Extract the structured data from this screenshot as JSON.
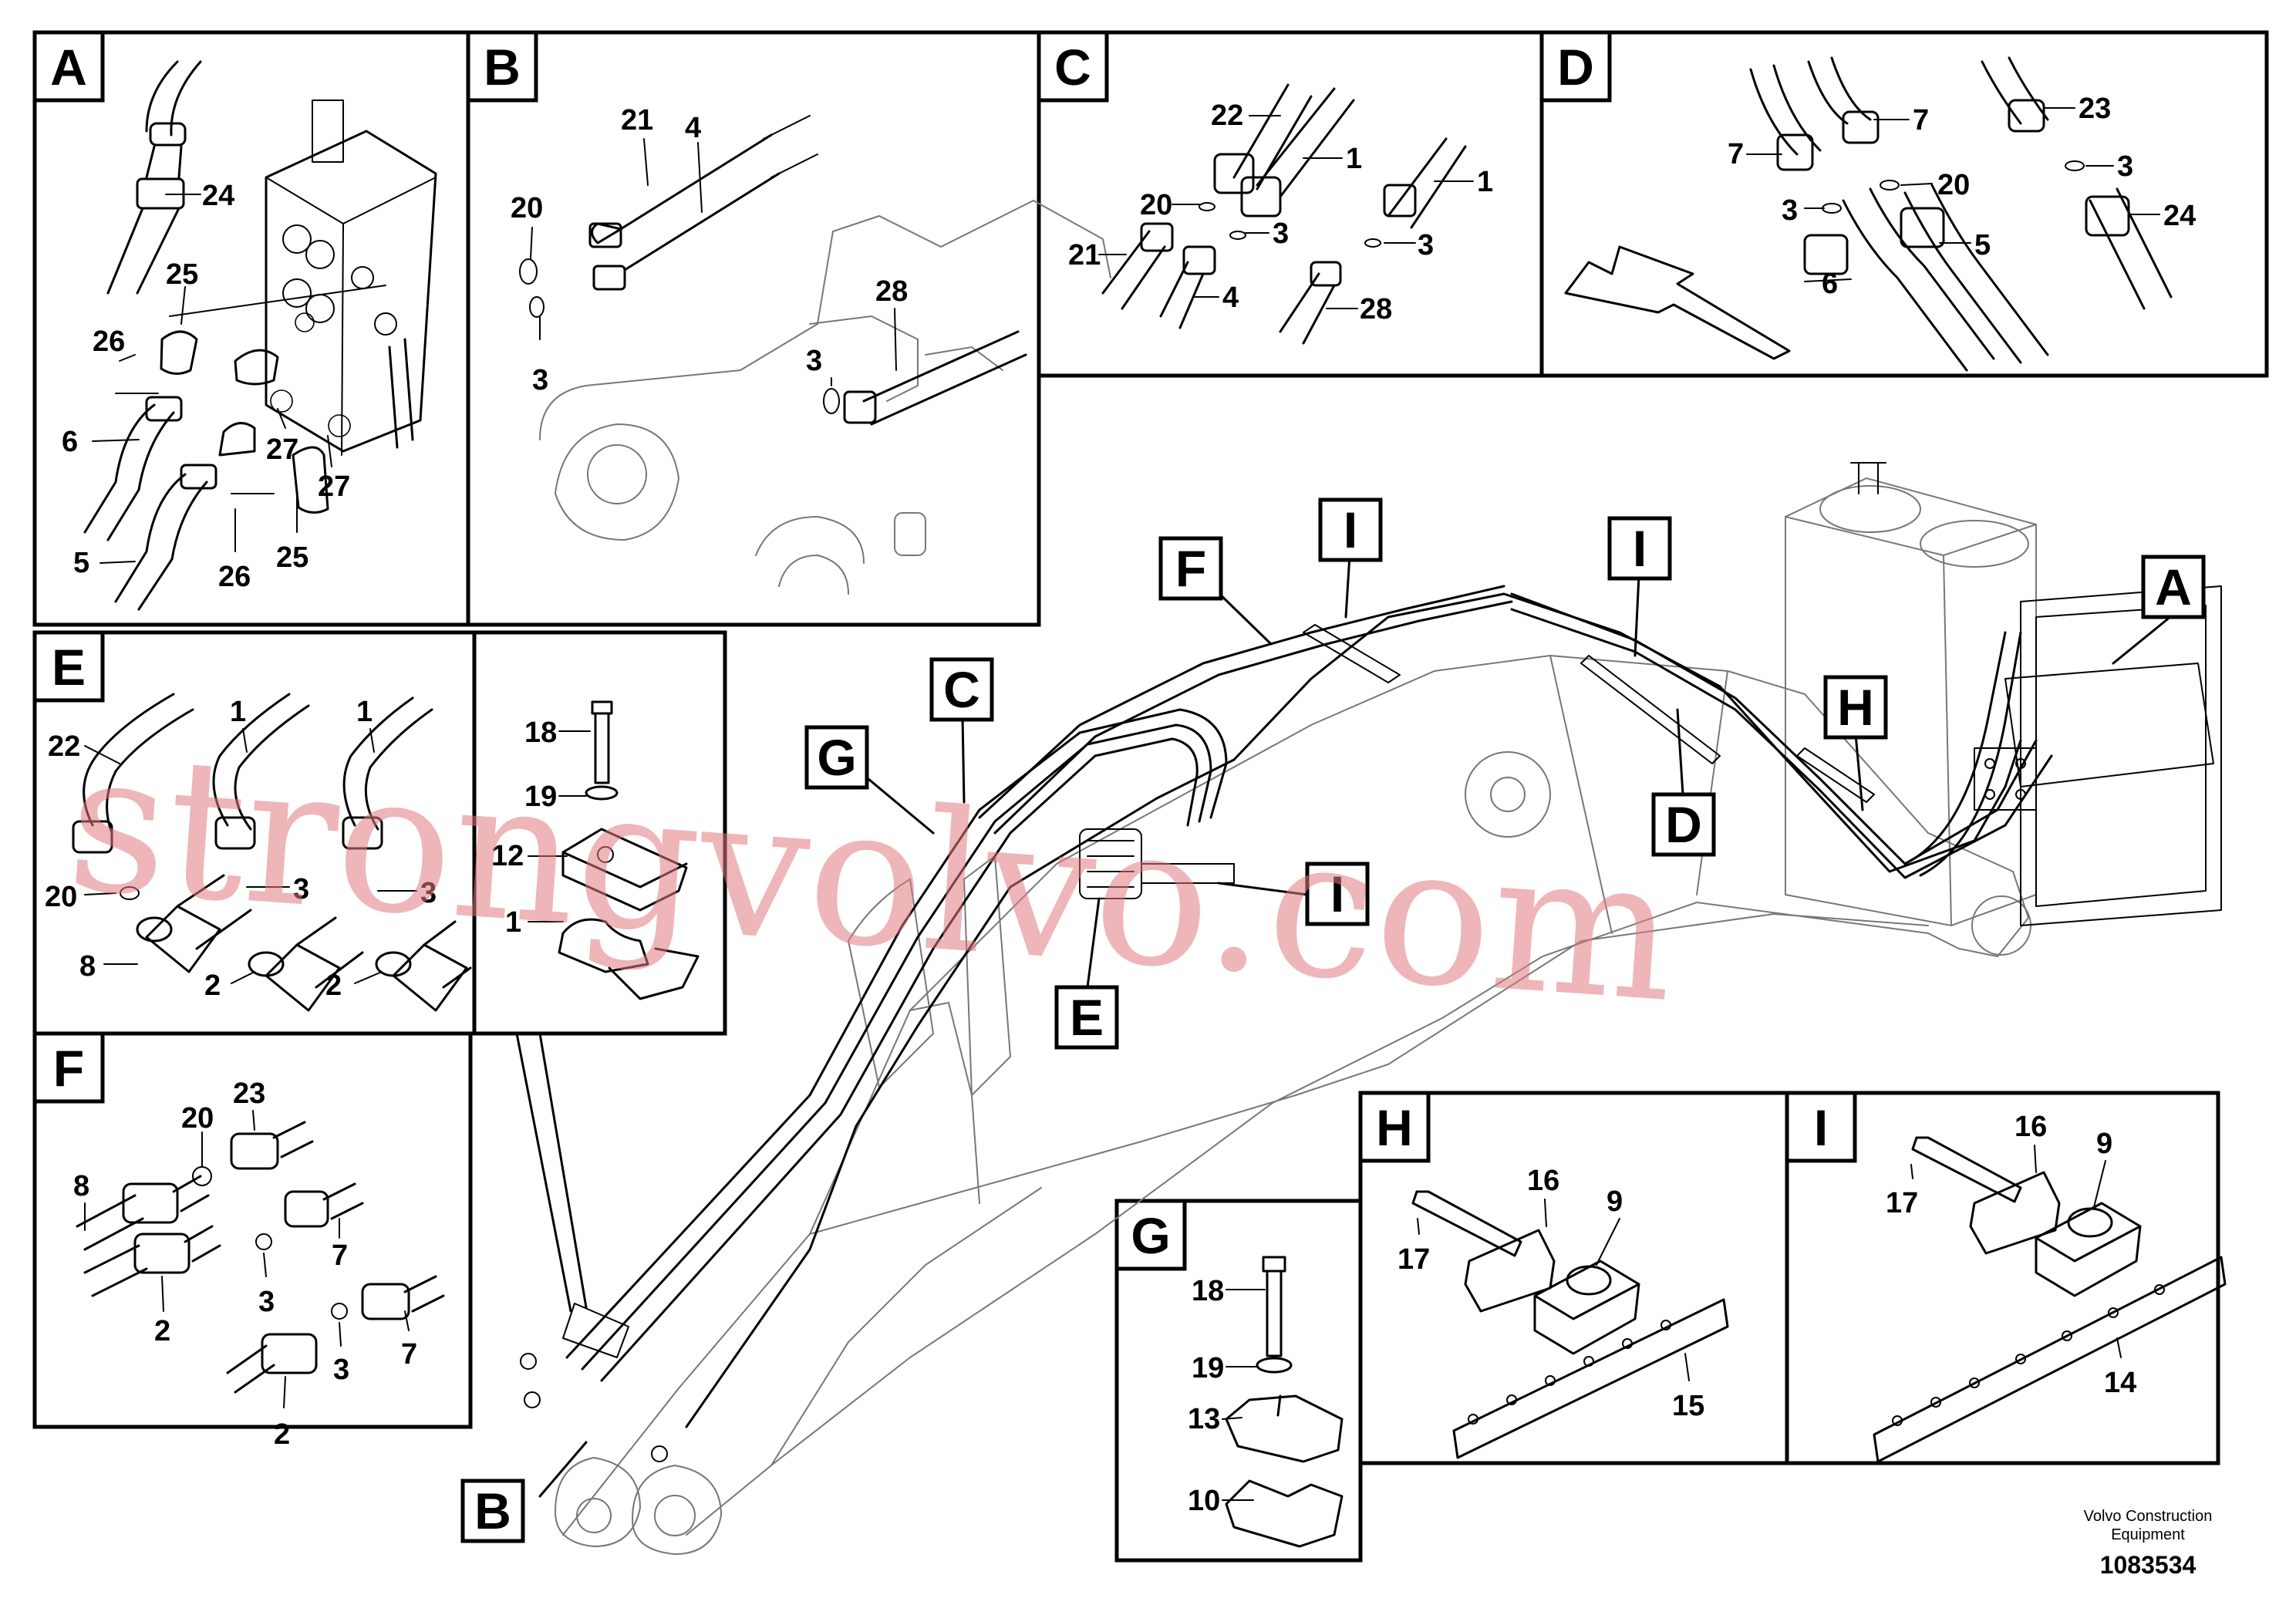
{
  "panels": {
    "A": {
      "label": "A",
      "callouts": [
        "24",
        "25",
        "26",
        "27",
        "6",
        "27",
        "5",
        "26",
        "25"
      ]
    },
    "B": {
      "label": "B",
      "callouts": [
        "21",
        "4",
        "20",
        "3",
        "28",
        "3"
      ]
    },
    "C": {
      "label": "C",
      "callouts": [
        "22",
        "1",
        "20",
        "3",
        "21",
        "4",
        "1",
        "3",
        "28"
      ]
    },
    "D": {
      "label": "D",
      "callouts": [
        "7",
        "7",
        "23",
        "3",
        "20",
        "3",
        "5",
        "24",
        "6"
      ]
    },
    "E": {
      "label": "E",
      "callouts": [
        "22",
        "1",
        "1",
        "20",
        "3",
        "3",
        "8",
        "2",
        "2"
      ]
    },
    "I": {
      "callouts": [
        "18",
        "19",
        "12",
        "1"
      ]
    },
    "F": {
      "label": "F",
      "callouts": [
        "23",
        "20",
        "8",
        "7",
        "3",
        "2",
        "7",
        "3",
        "2"
      ]
    },
    "G": {
      "label": "G",
      "callouts": [
        "18",
        "19",
        "13",
        "10"
      ]
    },
    "H": {
      "label": "H",
      "callouts": [
        "16",
        "9",
        "17",
        "15"
      ]
    },
    "I2": {
      "label": "I",
      "callouts": [
        "16",
        "9",
        "17",
        "14"
      ]
    }
  },
  "main_labels": [
    "F",
    "I",
    "I",
    "A",
    "C",
    "G",
    "H",
    "D",
    "I",
    "E",
    "B"
  ],
  "watermark": "strongvolvo.com",
  "footer": {
    "company": "Volvo Construction",
    "company2": "Equipment",
    "drawing_no": "1083534"
  }
}
